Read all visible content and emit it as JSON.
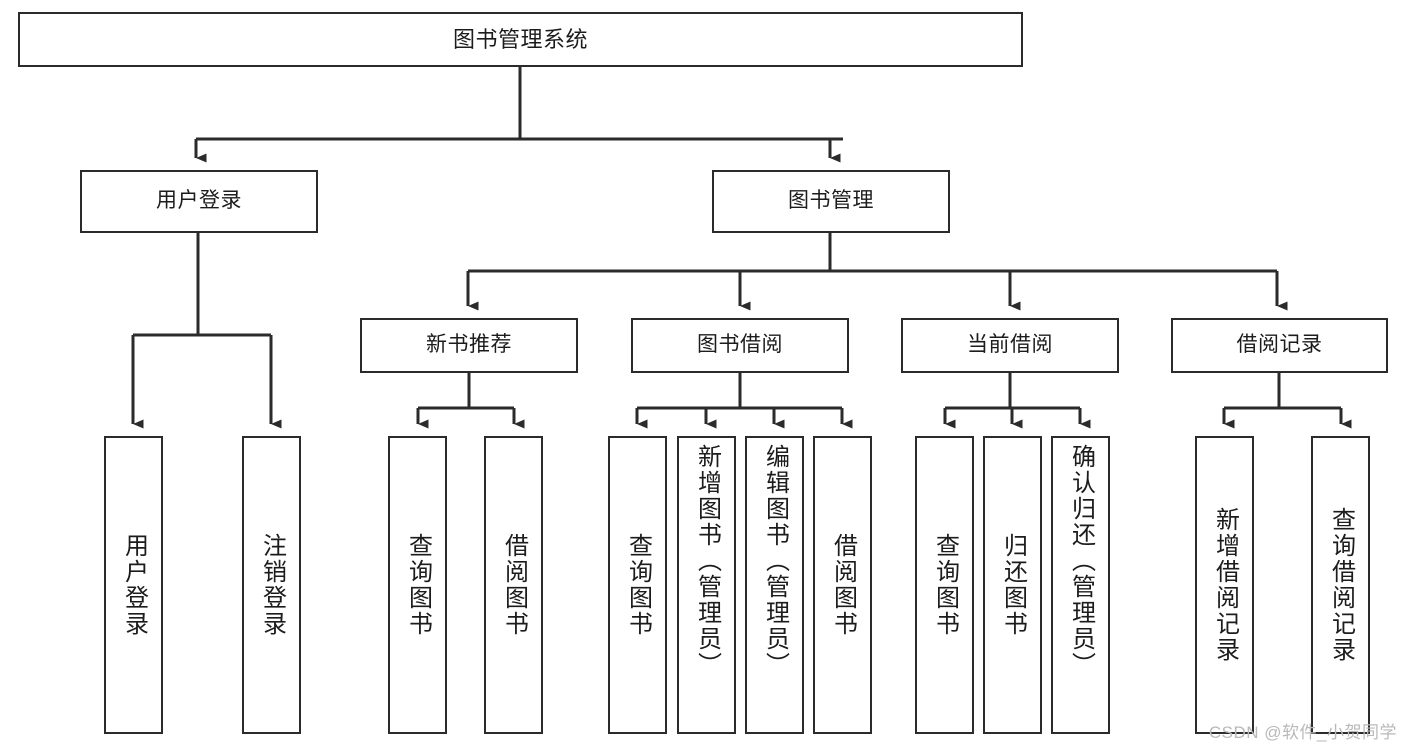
{
  "diagram": {
    "type": "tree-hierarchy-chart",
    "title": "图书管理系统",
    "background_color": "#ffffff",
    "box_border_color": "#2b2b2b",
    "text_color": "#1c1c1c",
    "connector_color": "#2b2b2b"
  },
  "nodes": {
    "root": {
      "label": "图书管理系统",
      "level": 0
    },
    "level1": [
      {
        "id": "user-login",
        "label": "用户登录"
      },
      {
        "id": "book-management",
        "label": "图书管理"
      }
    ],
    "level2": [
      {
        "id": "new-book-recommend",
        "label": "新书推荐",
        "parent": "book-management"
      },
      {
        "id": "book-borrow",
        "label": "图书借阅",
        "parent": "book-management"
      },
      {
        "id": "current-borrow",
        "label": "当前借阅",
        "parent": "book-management"
      },
      {
        "id": "borrow-record",
        "label": "借阅记录",
        "parent": "book-management"
      }
    ],
    "leaves": {
      "user-login": [
        {
          "id": "leaf-user-login",
          "label": "用户登录"
        },
        {
          "id": "leaf-logout-login",
          "label": "注销登录"
        }
      ],
      "new-book-recommend": [
        {
          "id": "leaf-query-books-1",
          "label": "查询图书"
        },
        {
          "id": "leaf-borrow-books-1",
          "label": "借阅图书"
        }
      ],
      "book-borrow": [
        {
          "id": "leaf-query-books-2",
          "label": "查询图书"
        },
        {
          "id": "leaf-add-book-admin",
          "label": "新增图书（管理员）"
        },
        {
          "id": "leaf-edit-book-admin",
          "label": "编辑图书（管理员）"
        },
        {
          "id": "leaf-borrow-books-2",
          "label": "借阅图书"
        }
      ],
      "current-borrow": [
        {
          "id": "leaf-query-books-3",
          "label": "查询图书"
        },
        {
          "id": "leaf-return-books",
          "label": "归还图书"
        },
        {
          "id": "leaf-confirm-return-admin",
          "label": "确认归还（管理员）"
        }
      ],
      "borrow-record": [
        {
          "id": "leaf-add-borrow-record",
          "label": "新增借阅记录"
        },
        {
          "id": "leaf-query-borrow-record",
          "label": "查询借阅记录"
        }
      ]
    }
  },
  "watermark": {
    "text": "CSDN @软件_小贺同学",
    "color": "#b9b9b9"
  }
}
